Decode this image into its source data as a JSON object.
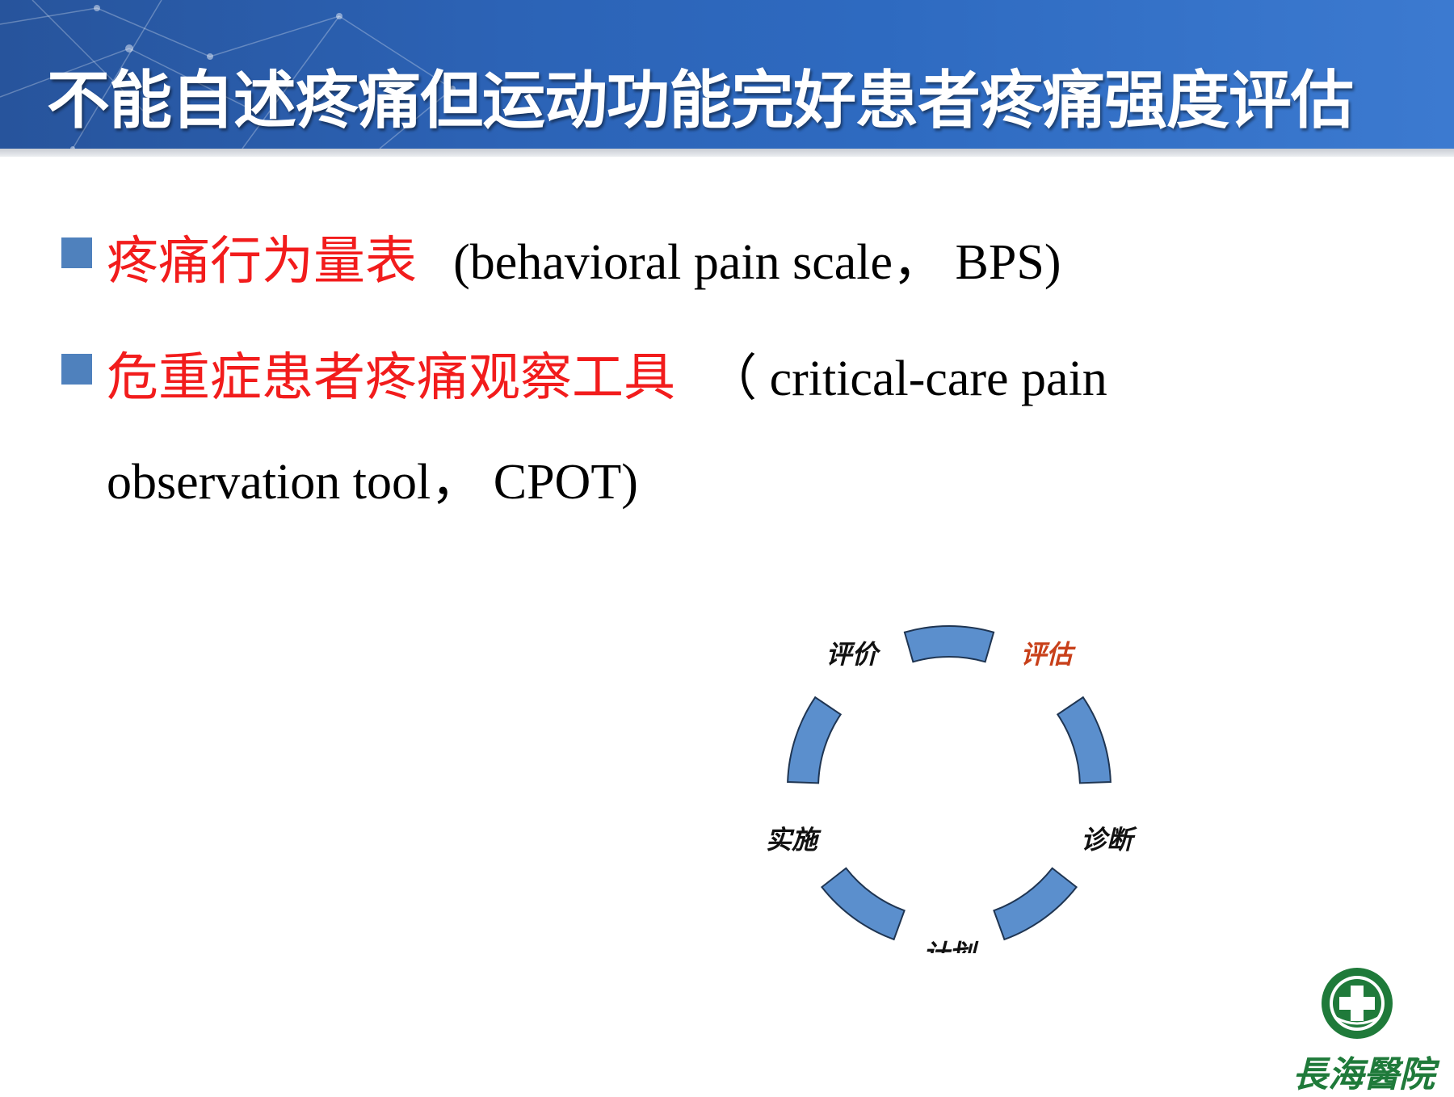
{
  "title": "不能自述疼痛但运动功能完好患者疼痛强度评估",
  "bullets": [
    {
      "zh": "疼痛行为量表",
      "en": "(behavioral pain scale，    BPS)"
    },
    {
      "zh": "危重症患者疼痛观察工具",
      "en_line1": "（ critical-care pain",
      "en_line2": "observation tool， CPOT)"
    }
  ],
  "cycle": {
    "labels": [
      "评估",
      "诊断",
      "计划",
      "实施",
      "评价"
    ],
    "highlight_color": "#c8401a",
    "text_color": "#111111",
    "segment_fill": "#5b8fcd",
    "segment_stroke": "#1f3552"
  },
  "logo": {
    "text": "長海醫院",
    "color": "#1f7a3a"
  },
  "colors": {
    "header": "#2c63b6",
    "bullet": "#4f81bd",
    "accent_red": "#f21c1c"
  }
}
